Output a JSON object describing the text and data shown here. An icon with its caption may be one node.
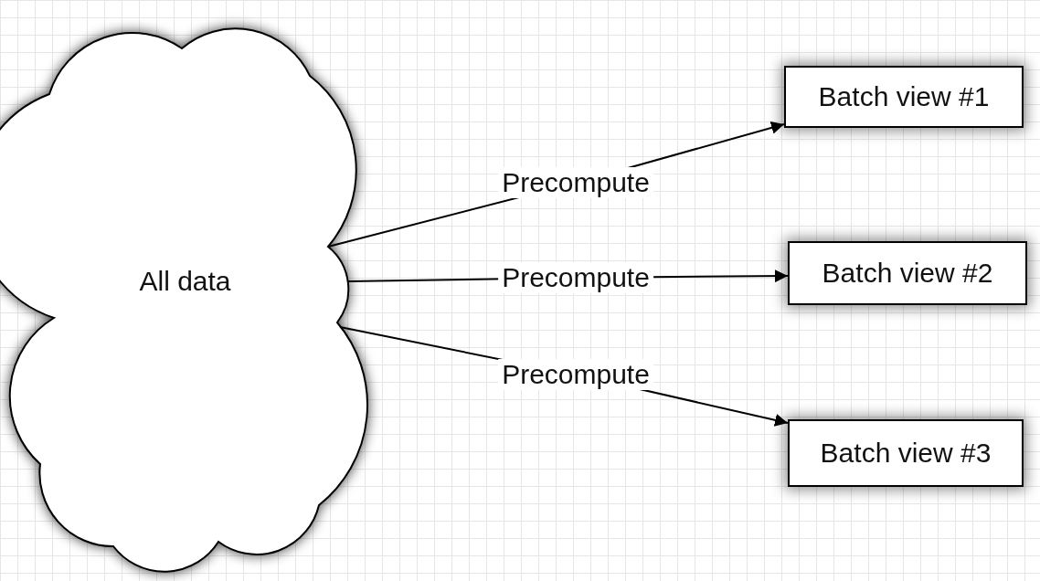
{
  "diagram": {
    "nodes": [
      {
        "text": [
          "All data"
        ]
      },
      {
        "text": [
          "Batch view #1"
        ]
      },
      {
        "text": [
          "Batch view #2"
        ]
      },
      {
        "text": [
          "Batch view #3"
        ]
      }
    ],
    "edges": [
      {
        "from": 0,
        "to": 1,
        "arrow": "to",
        "label": "Precompute"
      },
      {
        "from": 0,
        "to": 2,
        "arrow": "to",
        "label": "Precompute"
      },
      {
        "from": 0,
        "to": 3,
        "arrow": "to",
        "label": "Precompute"
      }
    ]
  }
}
